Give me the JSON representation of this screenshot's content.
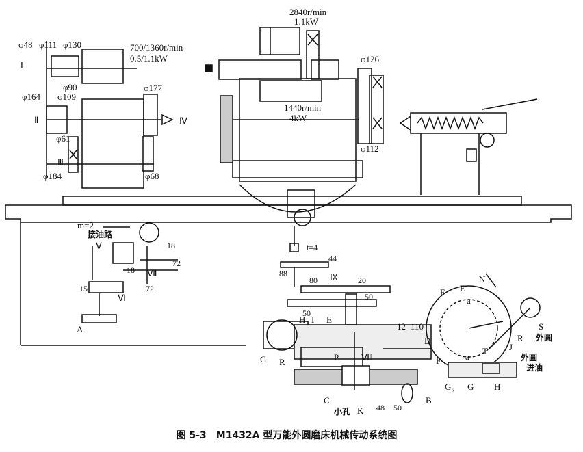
{
  "caption": {
    "figure_no": "图 5-3",
    "title": "M1432A 型万能外圆磨床机械传动系统图"
  },
  "top_motor": {
    "speed": "2840r/min",
    "power": "1.1kW"
  },
  "headstock": {
    "shaft_I": "Ⅰ",
    "shaft_II": "Ⅱ",
    "shaft_III": "Ⅲ",
    "shaft_IV": "Ⅳ",
    "d48": "φ48",
    "d111": "φ111",
    "d130": "φ130",
    "motor_speed": "700/1360r/min",
    "motor_power": "0.5/1.1kW",
    "d90": "φ90",
    "d164": "φ164",
    "d109": "φ109",
    "d177": "φ177",
    "d61": "φ61",
    "d184": "φ184",
    "d68": "φ68"
  },
  "wheelhead": {
    "speed": "1440r/min",
    "power": "4kW",
    "d126": "φ126",
    "d112": "φ112"
  },
  "table_drive": {
    "m2": "m=2",
    "oil_path": "接油路",
    "shaft_V": "Ⅴ",
    "shaft_VI": "Ⅵ",
    "shaft_VII": "Ⅶ",
    "g18a": "18",
    "g18b": "18",
    "g72a": "72",
    "g72b": "72",
    "g15": "15",
    "A": "A"
  },
  "feed_drive": {
    "t4": "t=4",
    "g44": "44",
    "g88": "88",
    "shaft_IX": "Ⅸ",
    "g80": "80",
    "g20": "20",
    "g50a": "50",
    "g50b": "50",
    "H": "H",
    "I": "I",
    "E": "E",
    "G": "G",
    "R": "R",
    "P": "P",
    "shaft_VIII": "Ⅷ",
    "g12": "12",
    "g110": "110",
    "D": "D",
    "F": "F",
    "C": "C",
    "small_hole": "小孔",
    "K": "K",
    "g48": "48",
    "g50c": "50",
    "B": "B"
  },
  "dial": {
    "F": "F",
    "E": "E",
    "N": "N",
    "a_top": "a",
    "S": "S",
    "T": "T",
    "R": "R",
    "J": "J",
    "outer1": "外圆",
    "outer2": "外圆",
    "a_bot": "a",
    "oil_in": "进油",
    "G5": "G₅",
    "G": "G",
    "H": "H"
  }
}
